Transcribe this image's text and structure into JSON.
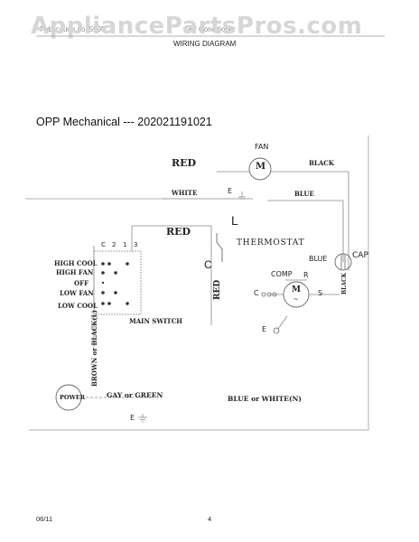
{
  "header": {
    "watermark": "AppliancePartsPros.com",
    "left_caption": "Publication no. 5995...",
    "right_caption": "Air Conditioner",
    "title": "WIRING DIAGRAM"
  },
  "diagram": {
    "section_title": "OPP Mechanical --- 202021191021",
    "fan": {
      "label": "FAN",
      "motor_symbol": "M"
    },
    "wires": {
      "red_top": "RED",
      "black_top": "BLACK",
      "white": "WHITE",
      "e_fan": "E",
      "blue_fan": "BLUE",
      "red_mid": "RED",
      "red_vertical": "RED",
      "blue_cap": "BLUE",
      "black_vertical": "BLACK",
      "brown_black": "BROWN or BLACK(L)",
      "gray_green": "GAY or GREEN",
      "blue_white": "BLUE or WHITE(N)"
    },
    "thermostat": {
      "label": "THERMOSTAT",
      "l": "L",
      "c": "C"
    },
    "cap": "CAP",
    "compressor": {
      "label": "COMP",
      "r": "R",
      "c": "C",
      "s": "S",
      "e": "E",
      "motor_symbol": "M",
      "tilde": "~"
    },
    "switch": {
      "columns": [
        "C",
        "2",
        "1",
        "3"
      ],
      "modes": [
        "HIGH COOL",
        "HIGH FAN",
        "OFF",
        "LOW FAN",
        "LOW COOL"
      ],
      "caption": "MAIN SWITCH"
    },
    "power": {
      "label": "POWER",
      "e": "E"
    }
  },
  "footer": {
    "date": "06/11",
    "page": "4"
  }
}
